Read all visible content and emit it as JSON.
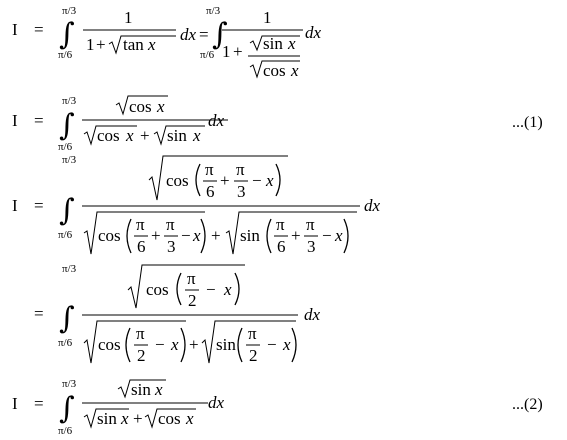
{
  "symbols": {
    "I": "I",
    "eq": "=",
    "int": "∫",
    "pi": "π",
    "one": "1",
    "plus": "+",
    "minus": "−",
    "lower_limit": "π/6",
    "upper_limit": "π/3",
    "dx": "dx",
    "x": "x",
    "tan": "tan",
    "sin": "sin",
    "cos": "cos",
    "n2": "2",
    "n3": "3",
    "n6": "6"
  },
  "lines": {
    "line4_lhs": "",
    "ref1": "...(1)",
    "ref2": "...(2)"
  }
}
